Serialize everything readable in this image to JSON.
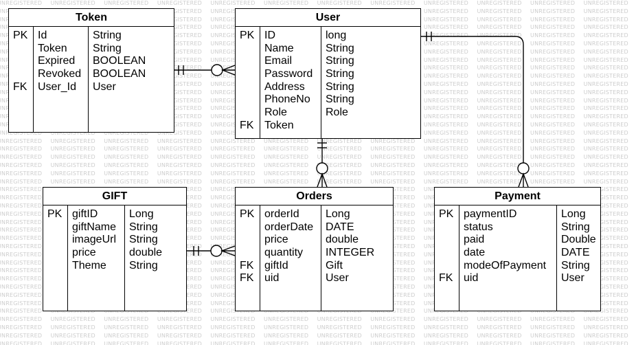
{
  "watermark": "UNREGISTERED",
  "entities": {
    "token": {
      "title": "Token",
      "rows": [
        {
          "key": "PK",
          "name": "Id",
          "type": "String"
        },
        {
          "key": "",
          "name": "Token",
          "type": "String"
        },
        {
          "key": "",
          "name": "Expired",
          "type": "BOOLEAN"
        },
        {
          "key": "",
          "name": "Revoked",
          "type": "BOOLEAN"
        },
        {
          "key": "FK",
          "name": "User_Id",
          "type": "User"
        }
      ]
    },
    "user": {
      "title": "User",
      "rows": [
        {
          "key": "PK",
          "name": "ID",
          "type": "long"
        },
        {
          "key": "",
          "name": "Name",
          "type": "String"
        },
        {
          "key": "",
          "name": "Email",
          "type": "String"
        },
        {
          "key": "",
          "name": "Password",
          "type": "String"
        },
        {
          "key": "",
          "name": "Address",
          "type": "String"
        },
        {
          "key": "",
          "name": "PhoneNo",
          "type": "String"
        },
        {
          "key": "",
          "name": "Role",
          "type": "Role"
        },
        {
          "key": "FK",
          "name": "Token",
          "type": ""
        }
      ]
    },
    "gift": {
      "title": "GIFT",
      "rows": [
        {
          "key": "PK",
          "name": "giftID",
          "type": "Long"
        },
        {
          "key": "",
          "name": "giftName",
          "type": "String"
        },
        {
          "key": "",
          "name": "imageUrl",
          "type": "String"
        },
        {
          "key": "",
          "name": "price",
          "type": "double"
        },
        {
          "key": "",
          "name": "Theme",
          "type": "String"
        }
      ]
    },
    "orders": {
      "title": "Orders",
      "rows": [
        {
          "key": "PK",
          "name": "orderId",
          "type": "Long"
        },
        {
          "key": "",
          "name": "orderDate",
          "type": "DATE"
        },
        {
          "key": "",
          "name": "price",
          "type": "double"
        },
        {
          "key": "",
          "name": "quantity",
          "type": "INTEGER"
        },
        {
          "key": "FK",
          "name": "giftId",
          "type": "Gift"
        },
        {
          "key": "FK",
          "name": "uid",
          "type": "User"
        }
      ]
    },
    "payment": {
      "title": "Payment",
      "rows": [
        {
          "key": "PK",
          "name": "paymentID",
          "type": "Long"
        },
        {
          "key": "",
          "name": "status",
          "type": "String"
        },
        {
          "key": "",
          "name": "paid",
          "type": "Double"
        },
        {
          "key": "",
          "name": "date",
          "type": "DATE"
        },
        {
          "key": "",
          "name": "modeOfPayment",
          "type": "String"
        },
        {
          "key": "FK",
          "name": "uid",
          "type": "User"
        }
      ]
    }
  },
  "relationships": [
    {
      "from": "token",
      "to": "user",
      "from_end": "one-mandatory",
      "to_end": "zero-or-many"
    },
    {
      "from": "user",
      "to": "orders",
      "from_end": "one-mandatory",
      "to_end": "zero-or-many"
    },
    {
      "from": "user",
      "to": "payment",
      "from_end": "one-mandatory",
      "to_end": "zero-or-many"
    },
    {
      "from": "gift",
      "to": "orders",
      "from_end": "one-mandatory",
      "to_end": "zero-or-many"
    }
  ]
}
